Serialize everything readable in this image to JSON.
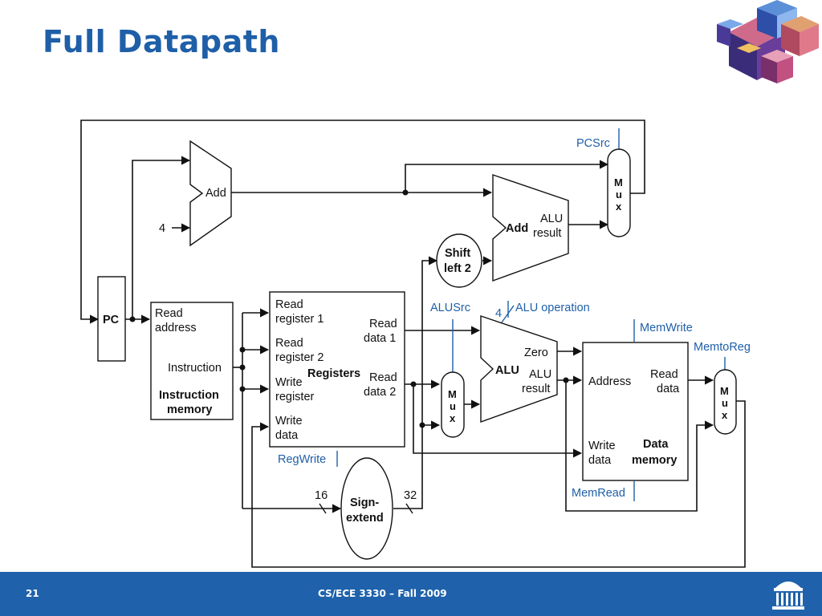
{
  "slide": {
    "title": "Full Datapath",
    "page_number": "21",
    "course": "CS/ECE 3330 – Fall 2009"
  },
  "diagram": {
    "pc": "PC",
    "const_4": "4",
    "add_pc": "Add",
    "add_branch": {
      "name": "Add",
      "out1": "ALU",
      "out2": "result"
    },
    "shift": {
      "line1": "Shift",
      "line2": "left 2"
    },
    "instr_mem": {
      "read1": "Read",
      "read2": "address",
      "instruction": "Instruction",
      "name1": "Instruction",
      "name2": "memory"
    },
    "registers": {
      "rr1a": "Read",
      "rr1b": "register 1",
      "rr2a": "Read",
      "rr2b": "register 2",
      "wra": "Write",
      "wrb": "register",
      "wda": "Write",
      "wdb": "data",
      "name": "Registers",
      "rd1a": "Read",
      "rd1b": "data 1",
      "rd2a": "Read",
      "rd2b": "data 2"
    },
    "sign_extend": {
      "line1": "Sign-",
      "line2": "extend",
      "in_width": "16",
      "out_width": "32"
    },
    "alu": {
      "name": "ALU",
      "zero": "Zero",
      "res1": "ALU",
      "res2": "result",
      "op_width": "4"
    },
    "data_mem": {
      "address": "Address",
      "rd1": "Read",
      "rd2": "data",
      "wd1": "Write",
      "wd2": "data",
      "name1": "Data",
      "name2": "memory"
    },
    "mux": {
      "m": "M",
      "u": "u",
      "x": "x"
    },
    "controls": {
      "pcsrc": "PCSrc",
      "alusrc": "ALUSrc",
      "alu_op": "ALU operation",
      "memwrite": "MemWrite",
      "memtoreg": "MemtoReg",
      "regwrite": "RegWrite",
      "memread": "MemRead"
    }
  },
  "colors": {
    "title": "#1f5fa8",
    "control": "#1f5fa8",
    "footer": "#1f62ab"
  }
}
